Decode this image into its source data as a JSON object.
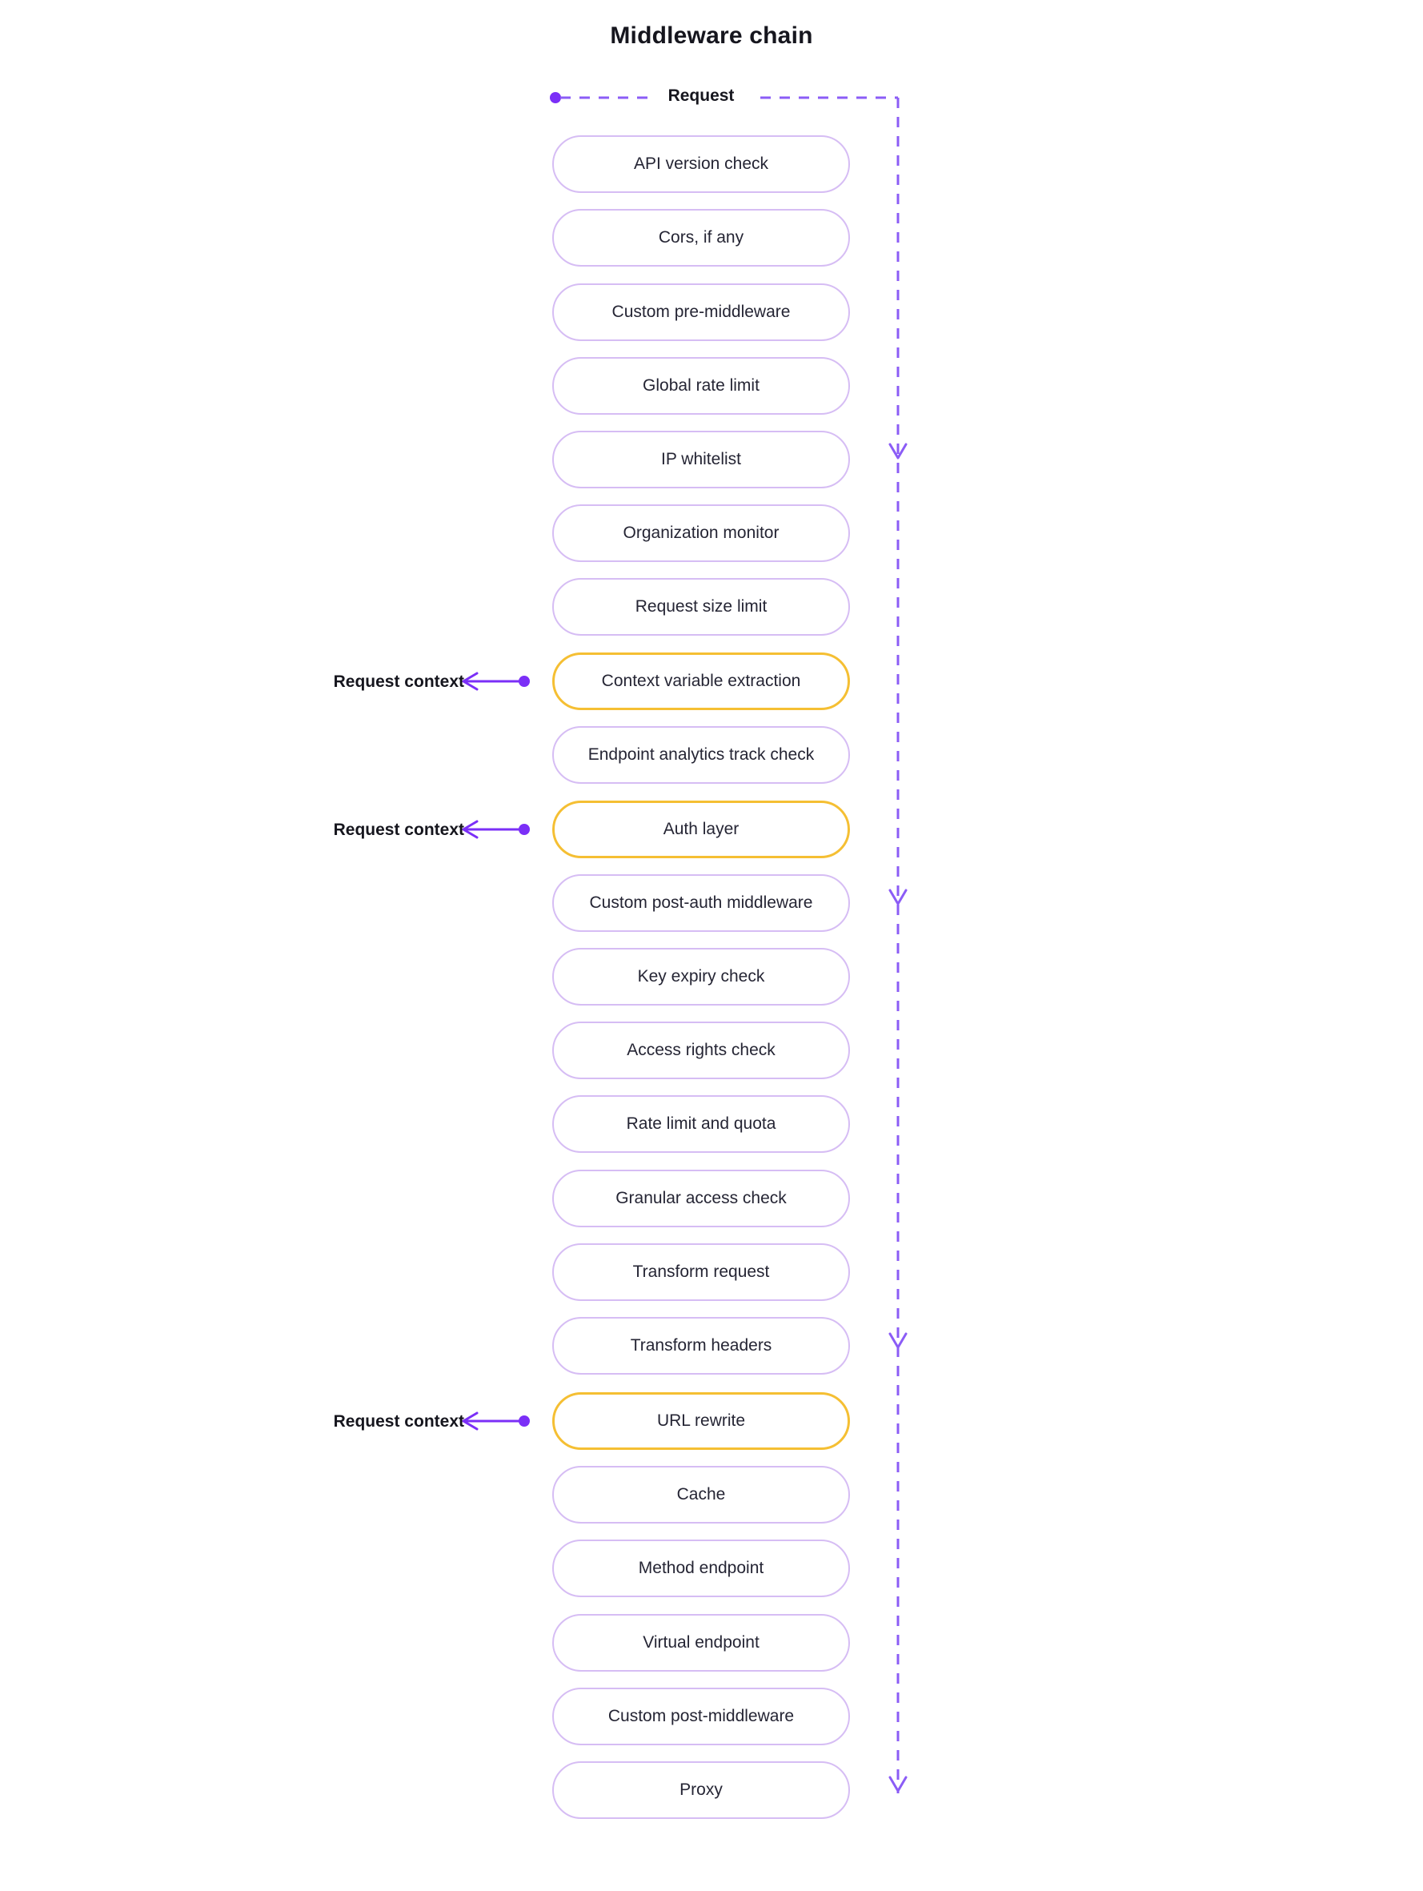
{
  "diagram": {
    "title": "Middleware chain",
    "entry_label": "Request",
    "accent_purple": "#7b2ff7",
    "node_border": "#d6bdf4",
    "highlight_border": "#f5bf33",
    "dashed_line_color": "#8b5cf6",
    "nodes": [
      {
        "label": "API version check",
        "highlight": false
      },
      {
        "label": "Cors, if any",
        "highlight": false
      },
      {
        "label": "Custom pre-middleware",
        "highlight": false
      },
      {
        "label": "Global rate limit",
        "highlight": false
      },
      {
        "label": "IP whitelist",
        "highlight": false
      },
      {
        "label": "Organization monitor",
        "highlight": false
      },
      {
        "label": "Request size limit",
        "highlight": false
      },
      {
        "label": "Context variable extraction",
        "highlight": true
      },
      {
        "label": "Endpoint analytics track check",
        "highlight": false
      },
      {
        "label": "Auth layer",
        "highlight": true
      },
      {
        "label": "Custom post-auth middleware",
        "highlight": false
      },
      {
        "label": "Key expiry check",
        "highlight": false
      },
      {
        "label": "Access rights check",
        "highlight": false
      },
      {
        "label": "Rate limit and quota",
        "highlight": false
      },
      {
        "label": "Granular access check",
        "highlight": false
      },
      {
        "label": "Transform request",
        "highlight": false
      },
      {
        "label": "Transform headers",
        "highlight": false
      },
      {
        "label": "URL rewrite",
        "highlight": true
      },
      {
        "label": "Cache",
        "highlight": false
      },
      {
        "label": "Method endpoint",
        "highlight": false
      },
      {
        "label": "Virtual endpoint",
        "highlight": false
      },
      {
        "label": "Custom post-middleware",
        "highlight": false
      },
      {
        "label": "Proxy",
        "highlight": false
      }
    ],
    "context_annotations": [
      {
        "label": "Request context",
        "target_node": "Context variable extraction"
      },
      {
        "label": "Request context",
        "target_node": "Auth layer"
      },
      {
        "label": "Request context",
        "target_node": "URL rewrite"
      }
    ]
  }
}
